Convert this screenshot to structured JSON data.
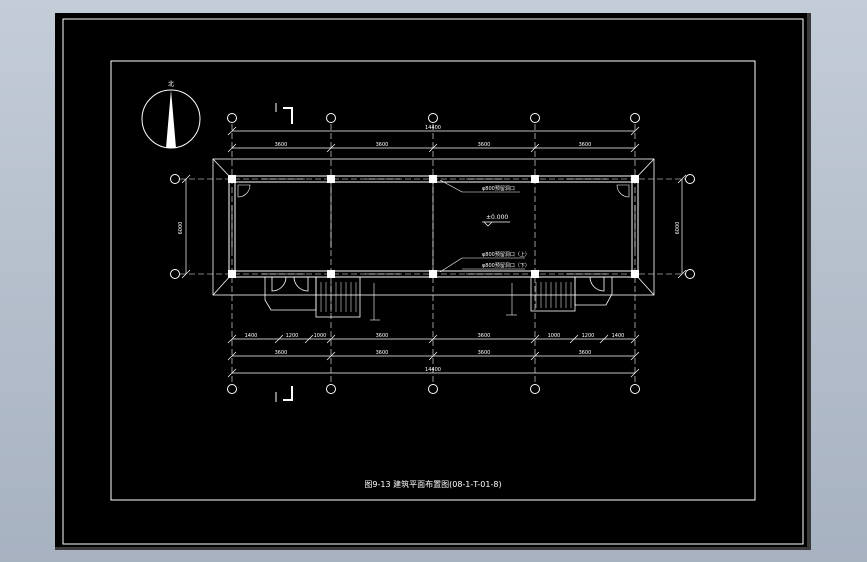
{
  "drawing": {
    "title": "图9-13 建筑平面布置图(08-1-T-01-8)",
    "north_label": "北",
    "elevation_mark": "±0.000",
    "dim_overall_top": "14400",
    "dim_overall_bottom": "14400",
    "dim_side": "6000",
    "bays_top": [
      "3600",
      "3600",
      "3600",
      "3600"
    ],
    "bays_bottom": [
      "1400",
      "1200",
      "1000",
      "3600",
      "3600",
      "1000",
      "1200",
      "1400"
    ],
    "hole_labels": [
      "φ800预留洞口",
      "φ800预留洞口（上）",
      "φ800预留洞口（下）"
    ],
    "axis_ids_top": [
      "",
      "",
      "",
      "",
      ""
    ],
    "axis_ids_side": [
      "",
      ""
    ]
  },
  "colors": {
    "background": "#000000",
    "linework": "#ffffff",
    "window_frame": "#b9c3cf"
  }
}
